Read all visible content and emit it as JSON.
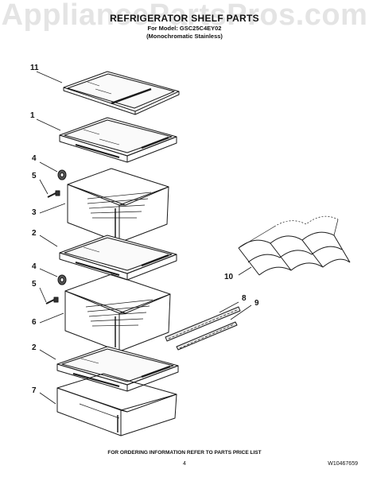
{
  "watermark": "AppliancePartsPros.com",
  "header": {
    "title": "REFRIGERATOR SHELF PARTS",
    "model_line": "For Model: GSC25C4EY02",
    "variant_line": "(Monochromatic Stainless)"
  },
  "callouts": {
    "c11": "11",
    "c1": "1",
    "c4a": "4",
    "c5a": "5",
    "c3": "3",
    "c2a": "2",
    "c4b": "4",
    "c5b": "5",
    "c6": "6",
    "c2b": "2",
    "c7": "7",
    "c10": "10",
    "c8": "8",
    "c9": "9"
  },
  "footer": {
    "ordering_note": "FOR ORDERING INFORMATION REFER TO PARTS PRICE LIST",
    "page_number": "4",
    "doc_number": "W10467659"
  },
  "colors": {
    "line": "#1a1a1a",
    "watermark": "#e4e4e4",
    "background": "#ffffff"
  }
}
